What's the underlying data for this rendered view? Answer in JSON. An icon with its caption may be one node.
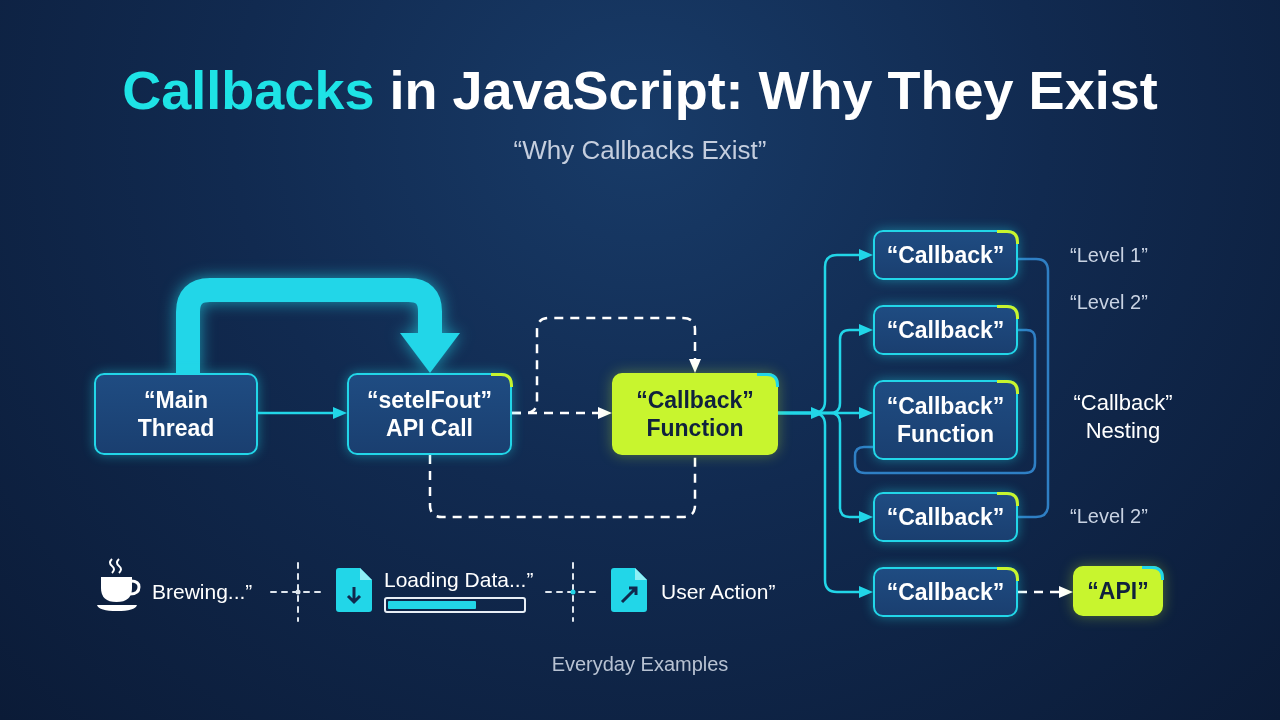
{
  "diagram": {
    "title": "**Callbacks** in JavaScript: Why They Exist",
    "nodes": [
      {
        "text": [
          "“Main Thread"
        ]
      },
      {
        "text": [
          "“setelFout” API Call"
        ]
      },
      {
        "text": [
          "“Callback” Function"
        ]
      },
      {
        "text": [
          "“Callback”"
        ]
      },
      {
        "text": [
          "“Callback”"
        ]
      },
      {
        "text": [
          "“Callback” Function"
        ]
      },
      {
        "text": [
          "“Callback”"
        ]
      },
      {
        "text": [
          "“Callback”"
        ]
      },
      {
        "text": [
          "“API”"
        ]
      }
    ],
    "edges": [
      {
        "from": 0,
        "to": 1,
        "arrow": "to",
        "style": "thick"
      },
      {
        "from": 0,
        "to": 1,
        "arrow": "to"
      },
      {
        "from": 1,
        "to": 2,
        "arrow": "to",
        "style": "dashed",
        "color": "#ffffff"
      },
      {
        "from": 1,
        "to": 2,
        "arrow": "to",
        "style": "dashed",
        "color": "#ffffff"
      },
      {
        "from": 1,
        "to": 2,
        "arrow": "none",
        "style": "dashed",
        "color": "#ffffff"
      },
      {
        "from": 2,
        "to": 3,
        "arrow": "to"
      },
      {
        "from": 2,
        "to": 4,
        "arrow": "to"
      },
      {
        "from": 2,
        "to": 5,
        "arrow": "to"
      },
      {
        "from": 2,
        "to": 6,
        "arrow": "to"
      },
      {
        "from": 2,
        "to": 7,
        "arrow": "to"
      },
      {
        "from": 4,
        "to": 5,
        "arrow": "none",
        "color": "#2f7fc4"
      },
      {
        "from": 3,
        "to": 6,
        "arrow": "none",
        "color": "#2f7fc4"
      },
      {
        "from": 7,
        "to": 8,
        "arrow": "to",
        "style": "dashed",
        "color": "#ffffff"
      }
    ],
    "labels": [
      "“Why Callbacks Exist”",
      "“Level 1”",
      "“Level 2”",
      "“Callback” Nesting",
      "“Level 2”",
      "Brewing...”",
      "Loading Data...”",
      "User Action”",
      "Everyday Examples"
    ]
  }
}
